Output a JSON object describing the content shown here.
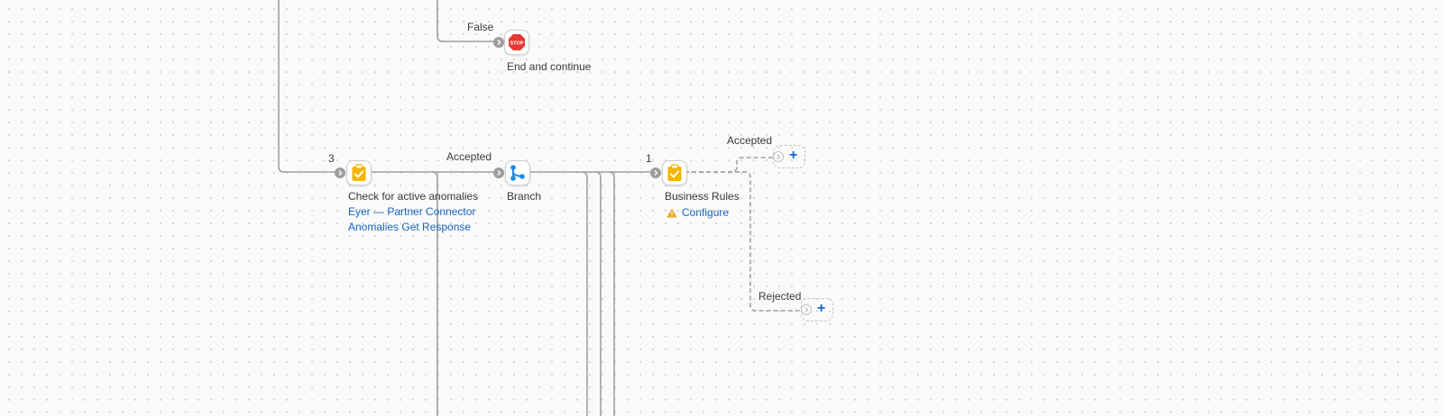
{
  "colors": {
    "connector": "#a0a0a0",
    "link": "#1565c0",
    "stop": "#e53935",
    "task": "#f5b400",
    "branch": "#1e88e5",
    "warning": "#f0a020"
  },
  "flow": {
    "false_label": "False",
    "end_node": {
      "icon": "stop-sign-icon",
      "badge": "STOP",
      "label": "End and continue"
    },
    "check_node": {
      "count": "3",
      "icon": "clipboard-check-icon",
      "label": "Check for active anomalies",
      "link1": "Eyer — Partner Connector",
      "link2": "Anomalies Get Response"
    },
    "accepted_label": "Accepted",
    "branch_node": {
      "icon": "branch-icon",
      "label": "Branch"
    },
    "rules_node": {
      "count": "1",
      "icon": "clipboard-check-icon",
      "label": "Business Rules",
      "configure": "Configure"
    },
    "out_accepted": {
      "label": "Accepted",
      "add_icon": "plus-icon",
      "add_text": "+"
    },
    "out_rejected": {
      "label": "Rejected",
      "add_icon": "plus-icon",
      "add_text": "+"
    }
  }
}
